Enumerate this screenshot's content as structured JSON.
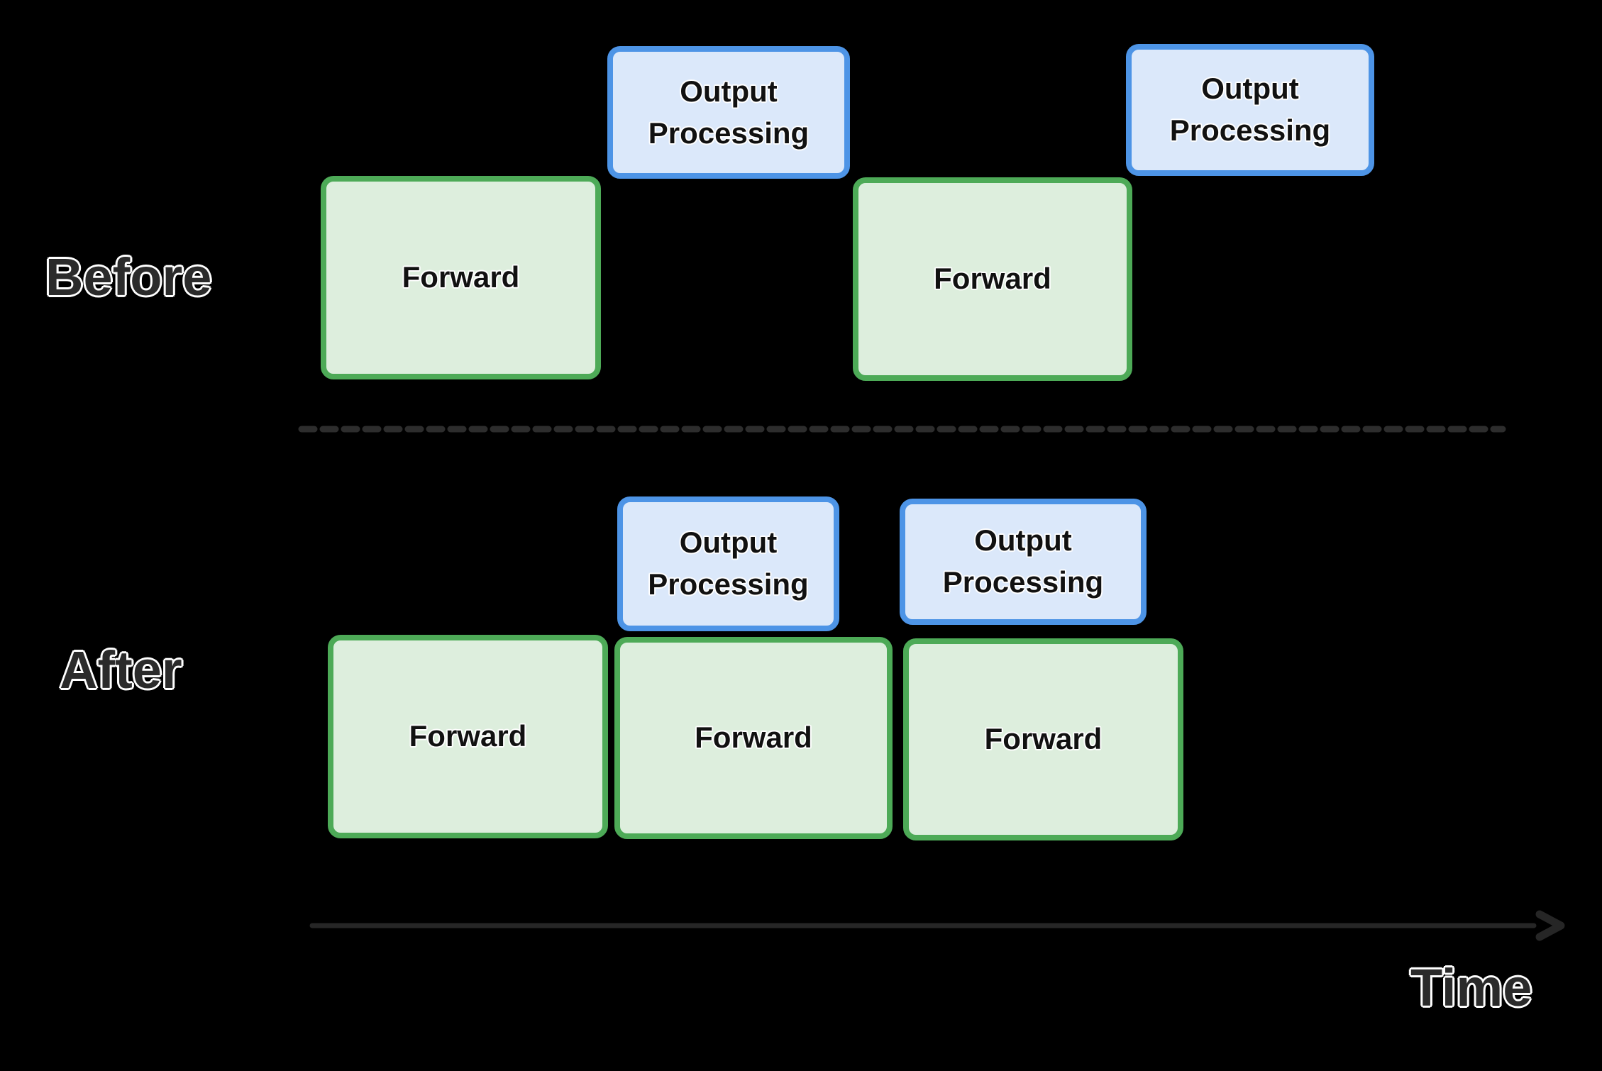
{
  "colors": {
    "background": "#000000",
    "forward_fill": "#ddeedd",
    "forward_border": "#4daa57",
    "output_fill": "#dbe8fa",
    "output_border": "#4d94e6",
    "divider": "#2d2d2d",
    "axis": "#262626",
    "label_text": "#2b2b2b",
    "box_text": "#111111"
  },
  "sections": {
    "before": {
      "label": "Before",
      "boxes": [
        {
          "type": "forward",
          "label": "Forward"
        },
        {
          "type": "output",
          "label": "Output\nProcessing"
        },
        {
          "type": "forward",
          "label": "Forward"
        },
        {
          "type": "output",
          "label": "Output\nProcessing"
        }
      ]
    },
    "after": {
      "label": "After",
      "boxes": [
        {
          "type": "output",
          "label": "Output\nProcessing"
        },
        {
          "type": "output",
          "label": "Output\nProcessing"
        },
        {
          "type": "forward",
          "label": "Forward"
        },
        {
          "type": "forward",
          "label": "Forward"
        },
        {
          "type": "forward",
          "label": "Forward"
        }
      ]
    }
  },
  "axis": {
    "label": "Time"
  }
}
